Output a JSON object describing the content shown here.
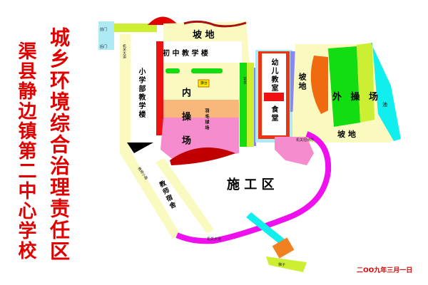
{
  "title_main": "城乡环境综合治理责任区",
  "title_school": "渠县静边镇第二中心学校",
  "date": "二OO九年三月一日",
  "colors": {
    "title": "#e00000",
    "red": "#ee1111",
    "pink": "#f58ccd",
    "orange": "#f8b87c",
    "green": "#11dd11",
    "yellowgreen": "#ccee33",
    "cream": "#fafac0",
    "cyan": "#11eeee",
    "magenta": "#ee11ee",
    "blue": "#8888ee"
  },
  "areas": {
    "slope_top": "坡 地",
    "junior_building": "初 中 教 学 楼",
    "primary_building": "小学部教学楼",
    "inner_field": "内 操 场",
    "badminton": "羽毛球场",
    "kindergarten": "幼儿教室",
    "canteen": "食堂",
    "slope_right": "坡地",
    "outer_field": "外 操 场",
    "slope_bottom": "坡 地",
    "construction": "施 工 区",
    "teacher_dorm": "教师宿舍",
    "flagpole": "旗台",
    "pond": "池"
  },
  "labels": {
    "front_gate": "前门",
    "back_gate": "后门",
    "dorm_road": "教师小路",
    "north_road": "机关大道",
    "south_road": "机关大道",
    "stairs": "梯子",
    "flowerbed": "花台",
    "hall": "机关招待所"
  }
}
